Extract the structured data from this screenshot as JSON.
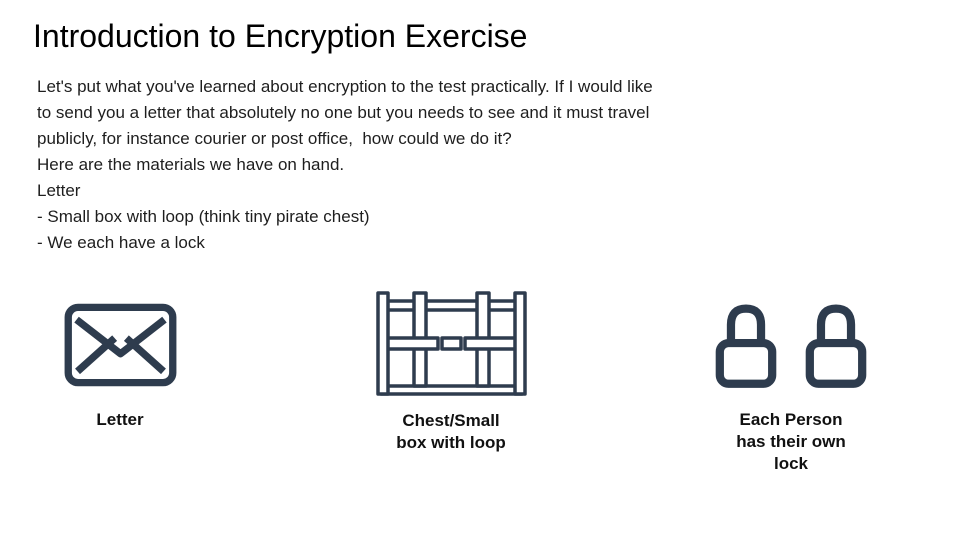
{
  "slide": {
    "title": "Introduction to Encryption Exercise",
    "body_lines": [
      "Let's put what you've learned about encryption to the test practically. If I would like",
      "to send you a letter that absolutely no one but you needs to see and it must travel",
      "publicly, for instance courier or post office,  how could we do it?",
      "Here are the materials we have on hand.",
      "Letter",
      "- Small box with loop (think tiny pirate chest)",
      "- We each have a lock"
    ],
    "figures": [
      {
        "icon": "envelope-icon",
        "caption_lines": [
          "Letter"
        ]
      },
      {
        "icon": "chest-icon",
        "caption_lines": [
          "Chest/Small",
          "box with loop"
        ]
      },
      {
        "icon": "padlock-icons",
        "caption_lines": [
          "Each Person",
          "has their own",
          "lock"
        ]
      }
    ],
    "colors": {
      "icon_stroke": "#2e3c4e",
      "title_text": "#000000",
      "body_text": "#1e1e1e",
      "caption_text": "#111111",
      "background": "#ffffff"
    }
  }
}
